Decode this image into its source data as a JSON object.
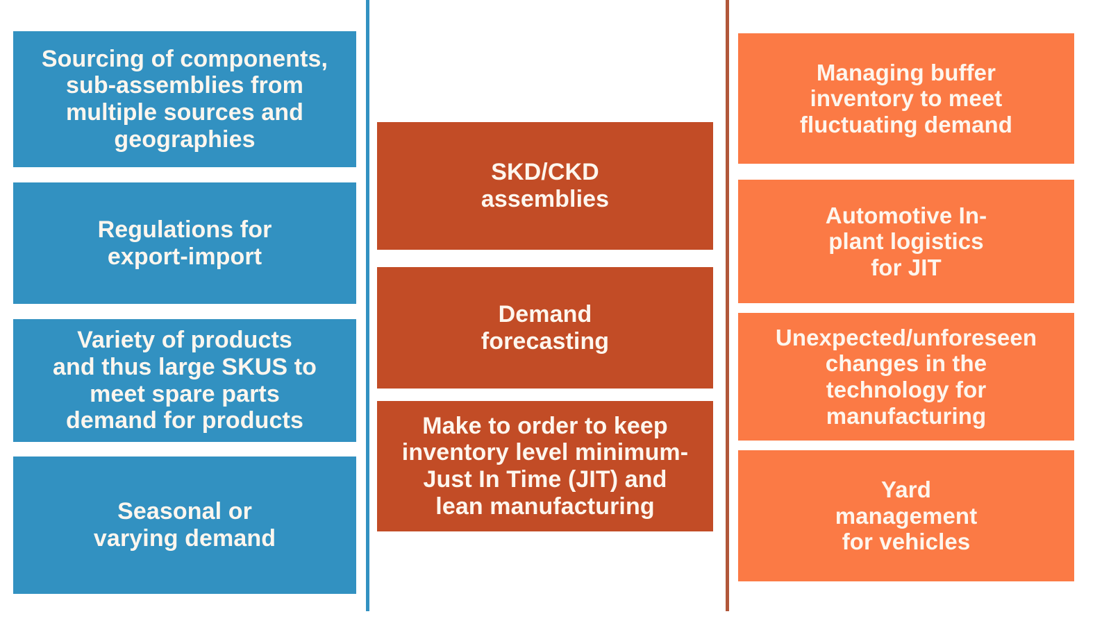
{
  "diagram": {
    "background": "#ffffff",
    "columns": [
      {
        "id": "challenges",
        "accent": "#3291c1",
        "divider_color": "#3291c1",
        "cards": [
          {
            "text": "Sourcing of components,\nsub-assemblies from\nmultiple sources and\ngeographies"
          },
          {
            "text": "Regulations for\nexport-import"
          },
          {
            "text": "Variety of products\nand thus large SKUS to\nmeet spare parts\ndemand for products"
          },
          {
            "text": "Seasonal or\nvarying demand"
          }
        ]
      },
      {
        "id": "approaches",
        "accent": "#c24c26",
        "divider_color": "#b1573a",
        "cards": [
          {
            "text": "SKD/CKD\nassemblies"
          },
          {
            "text": "Demand\nforecasting"
          },
          {
            "text": "Make to order to keep\ninventory level minimum-\nJust In Time (JIT) and\nlean manufacturing"
          }
        ]
      },
      {
        "id": "operations",
        "accent": "#fb7a45",
        "cards": [
          {
            "text": "Managing buffer\ninventory to meet\nfluctuating demand"
          },
          {
            "text": "Automotive In-\nplant logistics\nfor JIT"
          },
          {
            "text": "Unexpected/unforeseen\nchanges in the\ntechnology for\nmanufacturing"
          },
          {
            "text": "Yard\nmanagement\nfor vehicles"
          }
        ]
      }
    ]
  }
}
